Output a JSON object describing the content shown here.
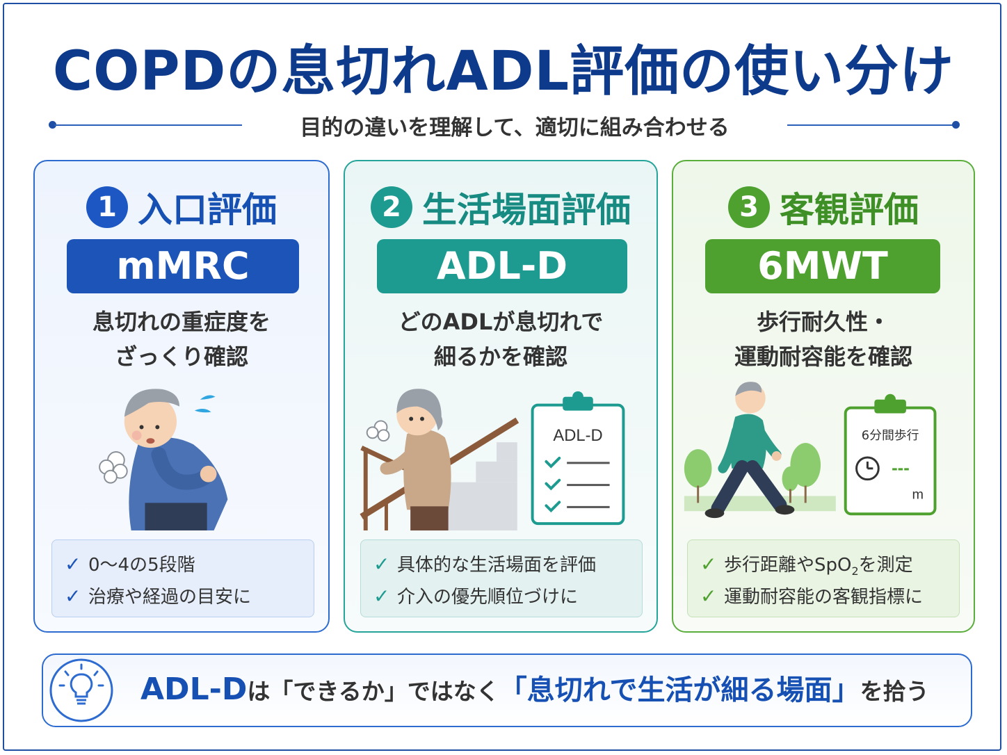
{
  "title": "COPDの息切れADL評価の使い分け",
  "subtitle": "目的の違いを理解して、適切に組み合わせる",
  "colors": {
    "blue": "#1c54b8",
    "teal": "#1e9b90",
    "green": "#4ea12f",
    "title": "#0e3a8c"
  },
  "cards": [
    {
      "number": "1",
      "heading": "入口評価",
      "tool": "mMRC",
      "desc_line1": "息切れの重症度を",
      "desc_line2": "ざっくり確認",
      "illustration_icon": "breathless-man-icon",
      "checks": [
        "0〜4の5段階",
        "治療や経過の目安に"
      ]
    },
    {
      "number": "2",
      "heading": "生活場面評価",
      "tool": "ADL-D",
      "desc_line1": "どのADLが息切れで",
      "desc_line2": "細るかを確認",
      "illustration_icon": "woman-on-stairs-icon",
      "clipboard_label": "ADL-D",
      "checks": [
        "具体的な生活場面を評価",
        "介入の優先順位づけに"
      ]
    },
    {
      "number": "3",
      "heading": "客観評価",
      "tool": "6MWT",
      "desc_line1": "歩行耐久性・",
      "desc_line2": "運動耐容能を確認",
      "illustration_icon": "walking-man-icon",
      "clipboard_label": "6分間歩行",
      "clipboard_dashes": "---",
      "clipboard_unit": "m",
      "checks_3a_pre": "歩行距離やSpO",
      "checks_3a_sub": "2",
      "checks_3a_post": "を測定",
      "checks_3b": "運動耐容能の客観指標に"
    }
  ],
  "bottom": {
    "icon": "lightbulb-icon",
    "part1": "ADL-D",
    "part2": "は「できるか」ではなく",
    "part3": "「息切れで生活が細る場面」",
    "part4": "を拾う"
  }
}
